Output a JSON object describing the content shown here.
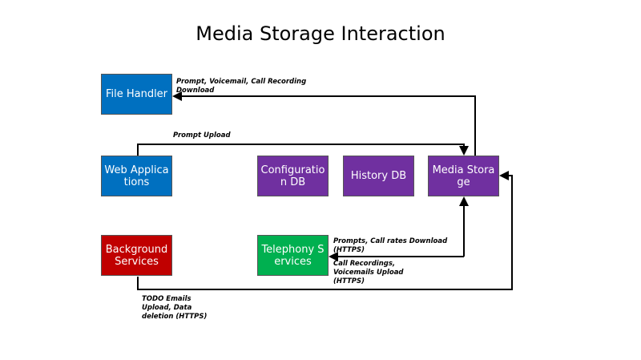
{
  "title": "Media Storage Interaction",
  "colors": {
    "blue": "#0070C0",
    "purple": "#7030A0",
    "red": "#C00000",
    "green": "#00B050"
  },
  "nodes": {
    "file_handler": "File Handler",
    "web_applications": "Web Applications",
    "background_services": "Background Services",
    "configuration_db": "Configuration DB",
    "history_db": "History DB",
    "media_storage": "Media Storage",
    "telephony_services": "Telephony Services"
  },
  "edges": {
    "media_to_file_handler": "Prompt, Voicemail, Call Recording Download",
    "web_to_media": "Prompt Upload",
    "media_to_telephony": "Prompts, Call rates Download (HTTPS)",
    "telephony_to_media": "Call Recordings, Voicemails Upload (HTTPS)",
    "background_to_media": "TODO Emails Upload, Data deletion (HTTPS)"
  }
}
